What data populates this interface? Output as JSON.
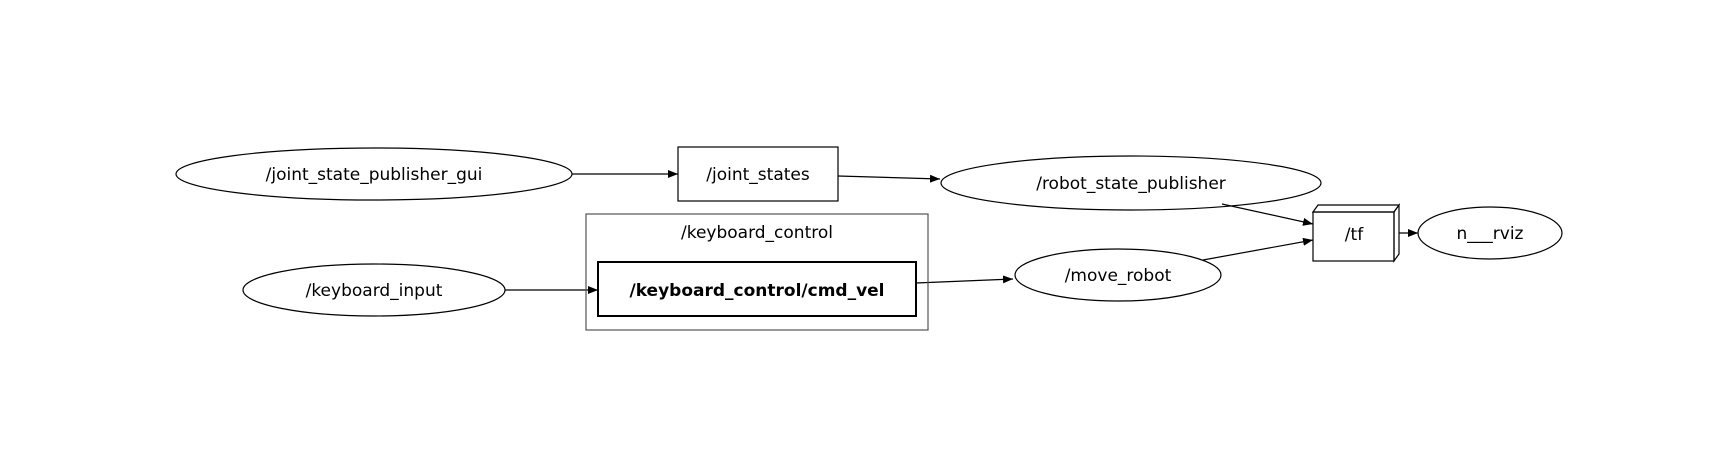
{
  "graph": {
    "nodes": {
      "joint_state_publisher_gui": {
        "label": "/joint_state_publisher_gui",
        "kind": "node"
      },
      "joint_states": {
        "label": "/joint_states",
        "kind": "topic"
      },
      "robot_state_publisher": {
        "label": "/robot_state_publisher",
        "kind": "node"
      },
      "keyboard_control": {
        "label": "/keyboard_control",
        "kind": "namespace"
      },
      "keyboard_control_cmd_vel": {
        "label": "/keyboard_control/cmd_vel",
        "kind": "topic"
      },
      "keyboard_input": {
        "label": "/keyboard_input",
        "kind": "node"
      },
      "move_robot": {
        "label": "/move_robot",
        "kind": "node"
      },
      "tf": {
        "label": "/tf",
        "kind": "topic"
      },
      "rviz": {
        "label": "n___rviz",
        "kind": "node"
      }
    },
    "edges": [
      {
        "from": "joint_state_publisher_gui",
        "to": "joint_states"
      },
      {
        "from": "joint_states",
        "to": "robot_state_publisher"
      },
      {
        "from": "robot_state_publisher",
        "to": "tf"
      },
      {
        "from": "keyboard_input",
        "to": "keyboard_control_cmd_vel"
      },
      {
        "from": "keyboard_control_cmd_vel",
        "to": "move_robot"
      },
      {
        "from": "move_robot",
        "to": "tf"
      },
      {
        "from": "tf",
        "to": "rviz"
      }
    ],
    "colors": {
      "stroke": "#000000",
      "namespace_stroke": "#555555",
      "background": "#ffffff"
    }
  }
}
